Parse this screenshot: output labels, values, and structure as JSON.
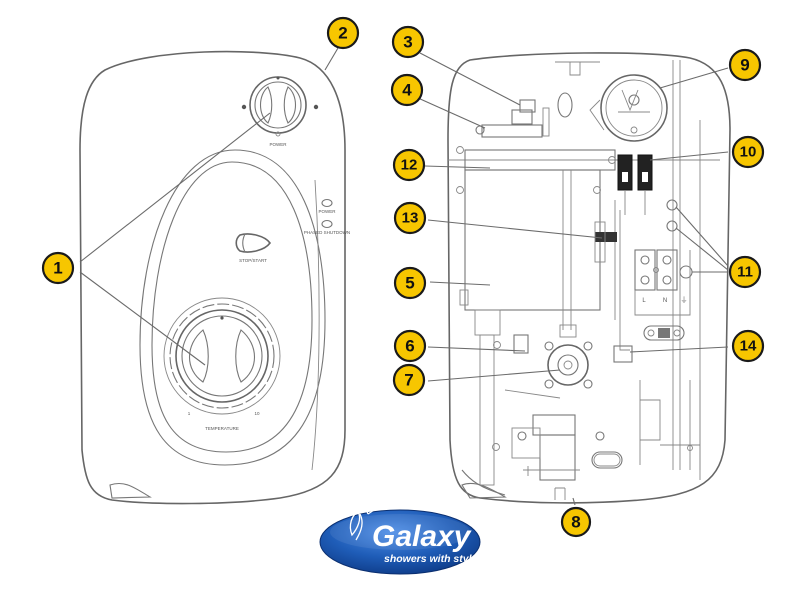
{
  "diagram": {
    "title": "Galaxy electric shower exploded parts diagram",
    "views": [
      "front-cover",
      "internal-components"
    ],
    "front_panel_labels": {
      "power_knob": "POWER",
      "stop_start_button": "STOP/START",
      "indicator_power": "POWER",
      "indicator_phased_shutdown": "PHASED SHUTDOWN",
      "temperature_knob": "TEMPERATURE",
      "temp_scale_min": "1",
      "temp_scale_max": "10"
    },
    "terminal_labels": {
      "live": "L",
      "neutral": "N",
      "earth": "⏚"
    },
    "callouts": [
      {
        "id": "1",
        "number": "1"
      },
      {
        "id": "2",
        "number": "2"
      },
      {
        "id": "3",
        "number": "3"
      },
      {
        "id": "4",
        "number": "4"
      },
      {
        "id": "5",
        "number": "5"
      },
      {
        "id": "6",
        "number": "6"
      },
      {
        "id": "7",
        "number": "7"
      },
      {
        "id": "8",
        "number": "8"
      },
      {
        "id": "9",
        "number": "9"
      },
      {
        "id": "10",
        "number": "10"
      },
      {
        "id": "11",
        "number": "11"
      },
      {
        "id": "12",
        "number": "12"
      },
      {
        "id": "13",
        "number": "13"
      },
      {
        "id": "14",
        "number": "14"
      }
    ],
    "callout_color": "#f7c600"
  },
  "logo": {
    "brand": "Galaxy",
    "tagline": "showers with style",
    "color": "#1f5db8"
  }
}
